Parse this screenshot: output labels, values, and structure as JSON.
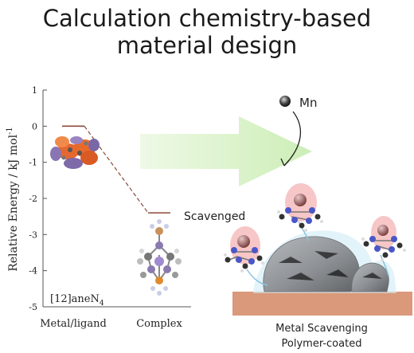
{
  "title": {
    "line1": "Calculation chemistry-based",
    "line2": "material design"
  },
  "chart_data": {
    "type": "line",
    "ylabel": "Relative Energy / kJ mol",
    "ylabel_sup": "-1",
    "ylim": [
      -5,
      1
    ],
    "yticks": [
      "1",
      "0",
      "-1",
      "-2",
      "-3",
      "-4",
      "-5"
    ],
    "categories": [
      "Metal/ligand",
      "Complex"
    ],
    "series": [
      {
        "values": [
          0,
          -2.4
        ]
      }
    ],
    "annotation_main": "[12]aneN",
    "annotation_sub": "4"
  },
  "scavenge": {
    "metal_label": "Mn",
    "scavenged_label": "Scavenged",
    "caption_line1": "Metal Scavenging",
    "caption_line2": "Polymer-coated"
  },
  "colors": {
    "energy_line": "#8b4a3a",
    "arrow_fill": "#d9f2c6",
    "substrate": "#d9997a",
    "pink_halo": "#f5b8b8",
    "rock": "#8e9296"
  }
}
